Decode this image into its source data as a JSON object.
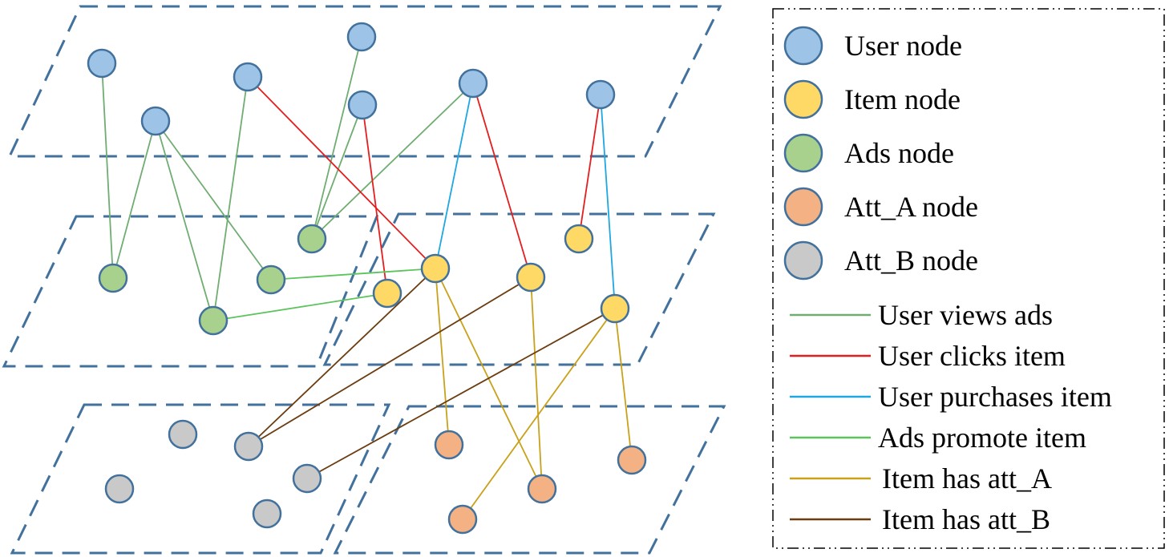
{
  "colors": {
    "user": "#9dc3e6",
    "item": "#ffd966",
    "ads": "#a9d18e",
    "att_a": "#f4b183",
    "att_b": "#c9c9c9",
    "node_stroke": "#41719c",
    "plane_stroke": "#41719c",
    "user_views_ads": "#70ad72",
    "user_clicks_item": "#e41e1e",
    "user_purchases_item": "#1ea7e1",
    "ads_promote_item": "#5cc45c",
    "item_has_att_a": "#c9a11a",
    "item_has_att_b": "#6b3d10"
  },
  "legend": {
    "nodes": [
      {
        "key": "user",
        "label": "User node"
      },
      {
        "key": "item",
        "label": "Item node"
      },
      {
        "key": "ads",
        "label": "Ads node"
      },
      {
        "key": "att_a",
        "label": "Att_A node"
      },
      {
        "key": "att_b",
        "label": "Att_B node"
      }
    ],
    "edges": [
      {
        "key": "user_views_ads",
        "label": "User views ads"
      },
      {
        "key": "user_clicks_item",
        "label": "User clicks item"
      },
      {
        "key": "user_purchases_item",
        "label": "User purchases item"
      },
      {
        "key": "ads_promote_item",
        "label": "Ads promote item"
      },
      {
        "key": "item_has_att_a",
        "label": "Item has att_A"
      },
      {
        "key": "item_has_att_b",
        "label": "Item has att_B"
      }
    ]
  },
  "graph": {
    "nodes": [
      {
        "id": "u1",
        "type": "user"
      },
      {
        "id": "u2",
        "type": "user"
      },
      {
        "id": "u3",
        "type": "user"
      },
      {
        "id": "u4",
        "type": "user"
      },
      {
        "id": "u5",
        "type": "user"
      },
      {
        "id": "u6",
        "type": "user"
      },
      {
        "id": "u7",
        "type": "user"
      },
      {
        "id": "a1",
        "type": "ads"
      },
      {
        "id": "a2",
        "type": "ads"
      },
      {
        "id": "a3",
        "type": "ads"
      },
      {
        "id": "a4",
        "type": "ads"
      },
      {
        "id": "i1",
        "type": "item"
      },
      {
        "id": "i2",
        "type": "item"
      },
      {
        "id": "i3",
        "type": "item"
      },
      {
        "id": "i4",
        "type": "item"
      },
      {
        "id": "i5",
        "type": "item"
      },
      {
        "id": "b1",
        "type": "att_b"
      },
      {
        "id": "b2",
        "type": "att_b"
      },
      {
        "id": "b3",
        "type": "att_b"
      },
      {
        "id": "b4",
        "type": "att_b"
      },
      {
        "id": "b5",
        "type": "att_b"
      },
      {
        "id": "c1",
        "type": "att_a"
      },
      {
        "id": "c2",
        "type": "att_a"
      },
      {
        "id": "c3",
        "type": "att_a"
      },
      {
        "id": "c4",
        "type": "att_a"
      }
    ],
    "edges": [
      {
        "from": "u1",
        "to": "a1",
        "type": "user_views_ads"
      },
      {
        "from": "u2",
        "to": "a1",
        "type": "user_views_ads"
      },
      {
        "from": "u2",
        "to": "a2",
        "type": "user_views_ads"
      },
      {
        "from": "u2",
        "to": "a3",
        "type": "user_views_ads"
      },
      {
        "from": "u3",
        "to": "a2",
        "type": "user_views_ads"
      },
      {
        "from": "u4",
        "to": "a4",
        "type": "user_views_ads"
      },
      {
        "from": "u5",
        "to": "a4",
        "type": "user_views_ads"
      },
      {
        "from": "u6",
        "to": "a4",
        "type": "user_views_ads"
      },
      {
        "from": "u3",
        "to": "i1",
        "type": "user_clicks_item"
      },
      {
        "from": "u5",
        "to": "i2",
        "type": "user_clicks_item"
      },
      {
        "from": "u6",
        "to": "i3",
        "type": "user_clicks_item"
      },
      {
        "from": "u7",
        "to": "i4",
        "type": "user_clicks_item"
      },
      {
        "from": "u6",
        "to": "i1",
        "type": "user_purchases_item"
      },
      {
        "from": "u7",
        "to": "i5",
        "type": "user_purchases_item"
      },
      {
        "from": "a3",
        "to": "i1",
        "type": "ads_promote_item"
      },
      {
        "from": "a2",
        "to": "i2",
        "type": "ads_promote_item"
      },
      {
        "from": "i1",
        "to": "c1",
        "type": "item_has_att_a"
      },
      {
        "from": "i1",
        "to": "c2",
        "type": "item_has_att_a"
      },
      {
        "from": "i3",
        "to": "c2",
        "type": "item_has_att_a"
      },
      {
        "from": "i5",
        "to": "c3",
        "type": "item_has_att_a"
      },
      {
        "from": "i5",
        "to": "c4",
        "type": "item_has_att_a"
      },
      {
        "from": "i1",
        "to": "b2",
        "type": "item_has_att_b"
      },
      {
        "from": "i3",
        "to": "b2",
        "type": "item_has_att_b"
      },
      {
        "from": "i5",
        "to": "b3",
        "type": "item_has_att_b"
      }
    ]
  }
}
